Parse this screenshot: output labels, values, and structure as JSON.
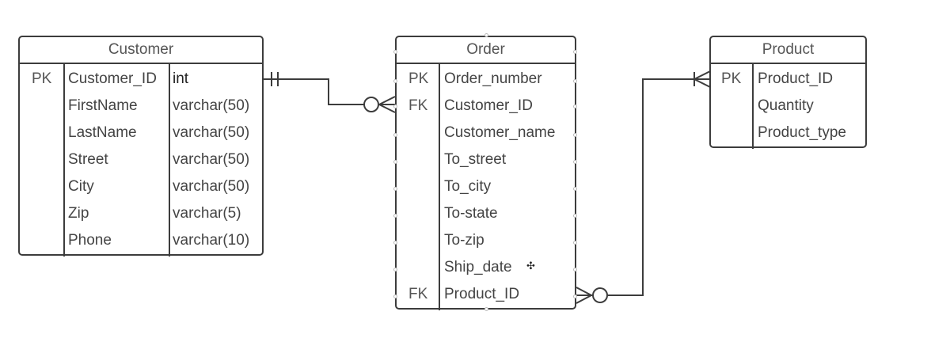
{
  "customer": {
    "title": "Customer",
    "rows": [
      {
        "key": "PK",
        "name": "Customer_ID",
        "type": "int"
      },
      {
        "key": "",
        "name": "FirstName",
        "type": "varchar(50)"
      },
      {
        "key": "",
        "name": "LastName",
        "type": "varchar(50)"
      },
      {
        "key": "",
        "name": "Street",
        "type": "varchar(50)"
      },
      {
        "key": "",
        "name": "City",
        "type": "varchar(50)"
      },
      {
        "key": "",
        "name": "Zip",
        "type": "varchar(5)"
      },
      {
        "key": "",
        "name": "Phone",
        "type": "varchar(10)"
      }
    ]
  },
  "order": {
    "title": "Order",
    "rows": [
      {
        "key": "PK",
        "name": "Order_number"
      },
      {
        "key": "FK",
        "name": "Customer_ID"
      },
      {
        "key": "",
        "name": "Customer_name"
      },
      {
        "key": "",
        "name": "To_street"
      },
      {
        "key": "",
        "name": "To_city"
      },
      {
        "key": "",
        "name": "To-state"
      },
      {
        "key": "",
        "name": "To-zip"
      },
      {
        "key": "",
        "name": "Ship_date"
      },
      {
        "key": "FK",
        "name": "Product_ID"
      }
    ]
  },
  "product": {
    "title": "Product",
    "rows": [
      {
        "key": "PK",
        "name": "Product_ID"
      },
      {
        "key": "",
        "name": "Quantity"
      },
      {
        "key": "",
        "name": "Product_type"
      }
    ]
  },
  "relationships": [
    {
      "from": "Customer.Customer_ID",
      "to": "Order.Customer_ID",
      "from_end": "one-and-only-one",
      "to_end": "zero-or-many"
    },
    {
      "from": "Order.Product_ID",
      "to": "Product.Product_ID",
      "from_end": "zero-or-many",
      "to_end": "one-or-many"
    }
  ],
  "colors": {
    "line": "#3c3c3c",
    "text": "#555555"
  },
  "cursor_glyph": "✣"
}
